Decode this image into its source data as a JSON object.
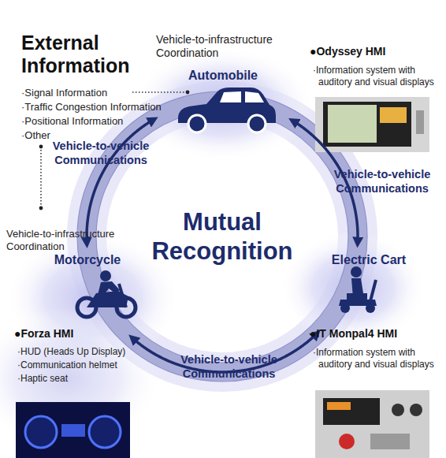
{
  "diagram": {
    "nodes": [
      {
        "text": [
          "Mutual Recognition"
        ]
      },
      {
        "text": [
          "Automobile"
        ]
      },
      {
        "text": [
          "Electric Cart"
        ]
      },
      {
        "text": [
          "Motorcycle"
        ]
      }
    ],
    "edges": [
      {
        "from": 1,
        "to": 2,
        "arrow": "both",
        "label": "Vehicle-to-vehicle Communications"
      },
      {
        "from": 2,
        "to": 3,
        "arrow": "both",
        "label": "Vehicle-to-vehicle Communications"
      },
      {
        "from": 3,
        "to": 1,
        "arrow": "both",
        "label": "Vehicle-to-vehicle Communications"
      }
    ],
    "labels": [
      "External Information",
      "·Signal Information",
      "·Traffic Congestion Information",
      "·Positional Information",
      "·Other",
      "Vehicle-to-infrastructure Coordination",
      "●Odyssey HMI",
      "·Information system with auditory and visual displays",
      "Vehicle-to-infrastructure Coordination",
      "●Forza HMI",
      "·HUD (Heads Up Display)",
      "·Communication helmet",
      "·Haptic seat",
      "●IT Monpal4 HMI",
      "·Information system with auditory and visual displays"
    ]
  }
}
